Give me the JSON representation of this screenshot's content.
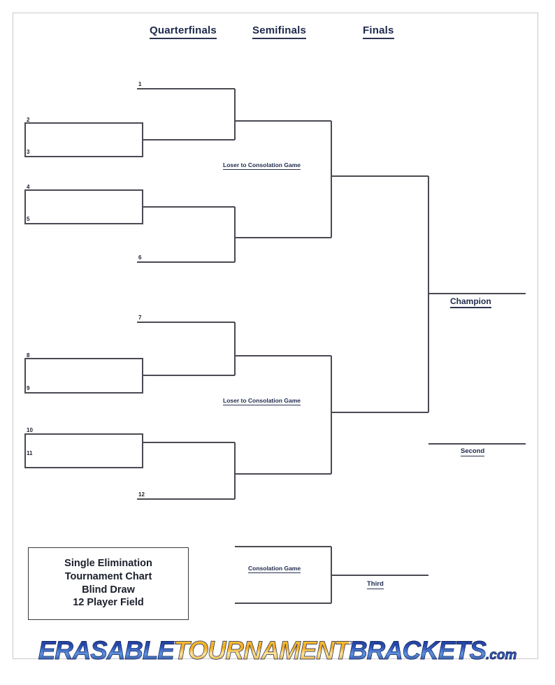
{
  "page": {
    "title": "Single Elimination Tournament Chart - Blind Draw - 12 Player Field"
  },
  "headings": {
    "quarterfinals": "Quarterfinals",
    "semifinals": "Semifinals",
    "finals": "Finals"
  },
  "bracket": {
    "format": "Single Elimination",
    "draw_type": "Blind Draw",
    "field_size": 12,
    "seeds": [
      {
        "n": "1",
        "type": "bye-line",
        "half": "upper"
      },
      {
        "n": "2",
        "type": "match-box-top",
        "half": "upper"
      },
      {
        "n": "3",
        "type": "match-box-bottom",
        "half": "upper"
      },
      {
        "n": "4",
        "type": "match-box-top",
        "half": "upper"
      },
      {
        "n": "5",
        "type": "match-box-bottom",
        "half": "upper"
      },
      {
        "n": "6",
        "type": "bye-line",
        "half": "upper"
      },
      {
        "n": "7",
        "type": "bye-line",
        "half": "lower"
      },
      {
        "n": "8",
        "type": "match-box-top",
        "half": "lower"
      },
      {
        "n": "9",
        "type": "match-box-bottom",
        "half": "lower"
      },
      {
        "n": "10",
        "type": "match-box-top",
        "half": "lower"
      },
      {
        "n": "11",
        "type": "match-box-bottom",
        "half": "lower"
      },
      {
        "n": "12",
        "type": "bye-line",
        "half": "lower"
      }
    ]
  },
  "notes": {
    "loser_upper": "Loser to Consolation Game",
    "loser_lower": "Loser to Consolation Game",
    "consolation": "Consolation Game"
  },
  "placements": {
    "champion": "Champion",
    "second": "Second",
    "third": "Third"
  },
  "infobox": {
    "line1": "Single Elimination",
    "line2": "Tournament Chart",
    "line3": "Blind Draw",
    "line4": "12 Player Field"
  },
  "footer": {
    "logo_part1": "ERASABLE",
    "logo_part2": "TOURNAMENT",
    "logo_part3": "BRACKETS",
    "logo_part4": ".com"
  },
  "colors": {
    "line": "#4a4a52",
    "heading_text": "#1d2a4d",
    "logo_blue": "#1b2f84",
    "logo_gold": "#f0a91c",
    "sheet_border": "#c9c9c9"
  }
}
